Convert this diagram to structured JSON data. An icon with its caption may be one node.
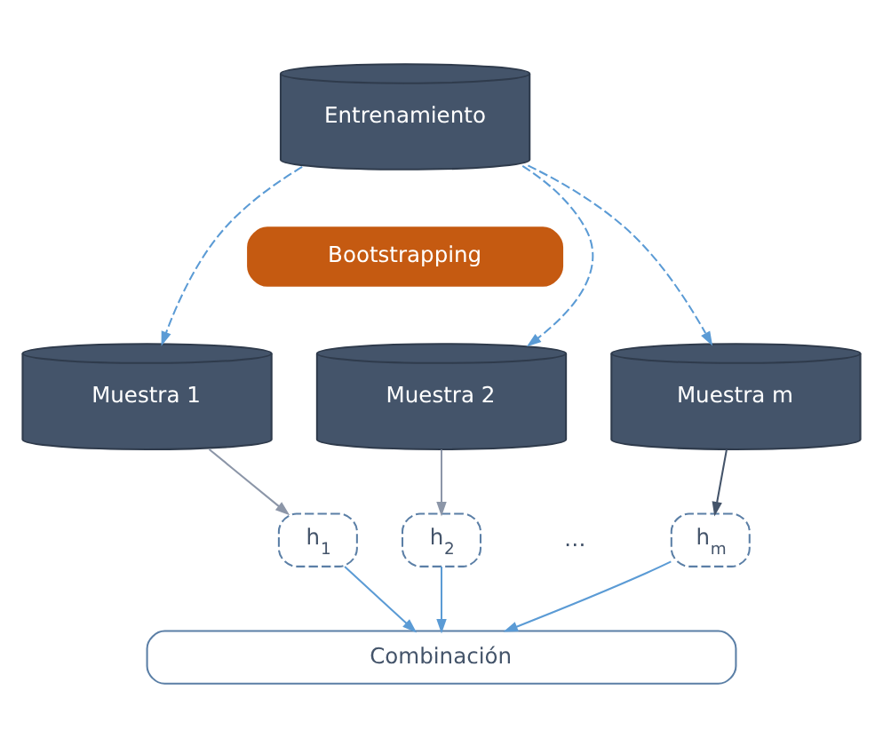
{
  "diagram": {
    "nodes": [
      {
        "text": [
          "Entrenamiento"
        ]
      },
      {
        "text": [
          "Bootstrapping"
        ]
      },
      {
        "text": [
          "Muestra 1"
        ]
      },
      {
        "text": [
          "Muestra 2"
        ]
      },
      {
        "text": [
          "Muestra m"
        ]
      },
      {
        "text": [
          "h$_{1}$"
        ]
      },
      {
        "text": [
          "h$_{2}$"
        ]
      },
      {
        "text": [
          "h$_{m}$"
        ]
      },
      {
        "text": [
          "Combinación"
        ]
      }
    ],
    "edges": [
      {
        "from": 0,
        "to": 2,
        "arrow": "to",
        "style": "dashed"
      },
      {
        "from": 0,
        "to": 3,
        "arrow": "to",
        "style": "dashed"
      },
      {
        "from": 0,
        "to": 4,
        "arrow": "to",
        "style": "dashed"
      },
      {
        "from": 2,
        "to": 5,
        "arrow": "to",
        "color": "#8c96a8"
      },
      {
        "from": 3,
        "to": 6,
        "arrow": "to",
        "color": "#8c96a8"
      },
      {
        "from": 4,
        "to": 7,
        "arrow": "to",
        "color": "#44546a"
      },
      {
        "from": 5,
        "to": 8,
        "arrow": "to"
      },
      {
        "from": 6,
        "to": 8,
        "arrow": "to"
      },
      {
        "from": 7,
        "to": 8,
        "arrow": "to"
      }
    ],
    "labels": [
      "…"
    ]
  }
}
